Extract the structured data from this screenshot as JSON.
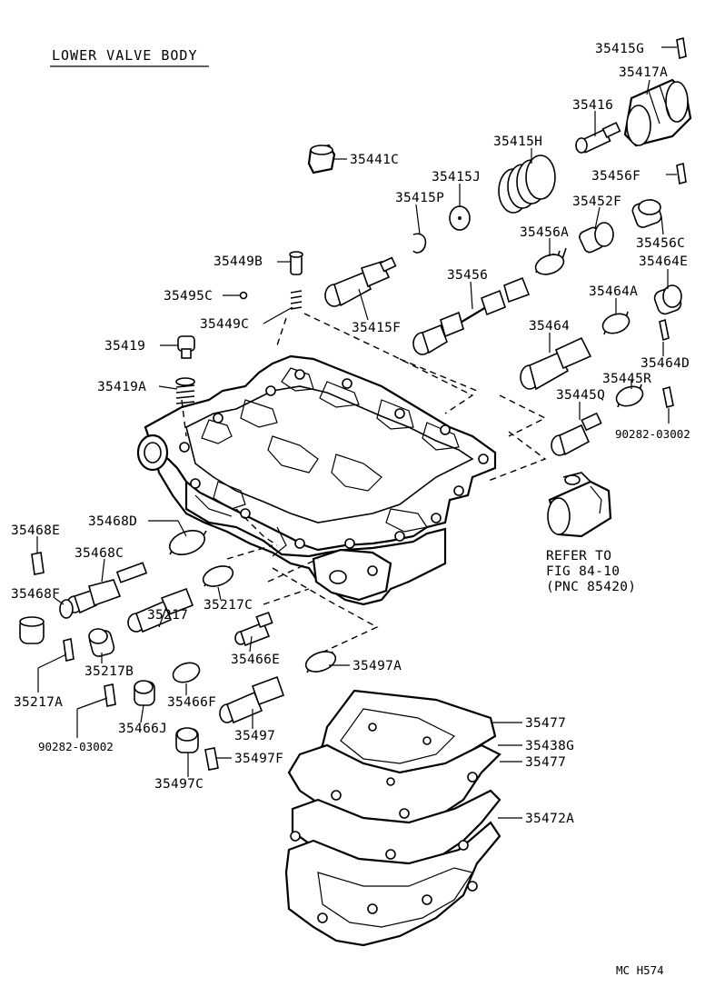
{
  "title": "LOWER VALVE BODY",
  "footer_code": "MC H574",
  "refer_note": {
    "line1": "REFER TO",
    "line2": "FIG 84-10",
    "line3": "(PNC 85420)"
  },
  "part_labels": [
    {
      "id": "p35415G",
      "text": "35415G"
    },
    {
      "id": "p35417A",
      "text": "35417A"
    },
    {
      "id": "p35416",
      "text": "35416"
    },
    {
      "id": "p35415H",
      "text": "35415H"
    },
    {
      "id": "p35441C",
      "text": "35441C"
    },
    {
      "id": "p35415J",
      "text": "35415J"
    },
    {
      "id": "p35456F",
      "text": "35456F"
    },
    {
      "id": "p35415P",
      "text": "35415P"
    },
    {
      "id": "p35452F",
      "text": "35452F"
    },
    {
      "id": "p35456A",
      "text": "35456A"
    },
    {
      "id": "p35456C",
      "text": "35456C"
    },
    {
      "id": "p35449B",
      "text": "35449B"
    },
    {
      "id": "p35464E",
      "text": "35464E"
    },
    {
      "id": "p35456",
      "text": "35456"
    },
    {
      "id": "p35495C",
      "text": "35495C"
    },
    {
      "id": "p35464A",
      "text": "35464A"
    },
    {
      "id": "p35449C",
      "text": "35449C"
    },
    {
      "id": "p35415F",
      "text": "35415F"
    },
    {
      "id": "p35464",
      "text": "35464"
    },
    {
      "id": "p35419",
      "text": "35419"
    },
    {
      "id": "p35464D",
      "text": "35464D"
    },
    {
      "id": "p35445R",
      "text": "35445R"
    },
    {
      "id": "p35419A",
      "text": "35419A"
    },
    {
      "id": "p35445Q",
      "text": "35445Q"
    },
    {
      "id": "p90282a",
      "text": "90282-03002"
    },
    {
      "id": "p35468D",
      "text": "35468D"
    },
    {
      "id": "p35468E",
      "text": "35468E"
    },
    {
      "id": "p35468C",
      "text": "35468C"
    },
    {
      "id": "p35217C",
      "text": "35217C"
    },
    {
      "id": "p35468F",
      "text": "35468F"
    },
    {
      "id": "p35217",
      "text": "35217"
    },
    {
      "id": "p35466E",
      "text": "35466E"
    },
    {
      "id": "p35217B",
      "text": "35217B"
    },
    {
      "id": "p35497A",
      "text": "35497A"
    },
    {
      "id": "p35217A",
      "text": "35217A"
    },
    {
      "id": "p35466F",
      "text": "35466F"
    },
    {
      "id": "p35477a",
      "text": "35477"
    },
    {
      "id": "p35466J",
      "text": "35466J"
    },
    {
      "id": "p90282b",
      "text": "90282-03002"
    },
    {
      "id": "p35497",
      "text": "35497"
    },
    {
      "id": "p35438G",
      "text": "35438G"
    },
    {
      "id": "p35497F",
      "text": "35497F"
    },
    {
      "id": "p35477b",
      "text": "35477"
    },
    {
      "id": "p35497C",
      "text": "35497C"
    },
    {
      "id": "p35472A",
      "text": "35472A"
    }
  ]
}
